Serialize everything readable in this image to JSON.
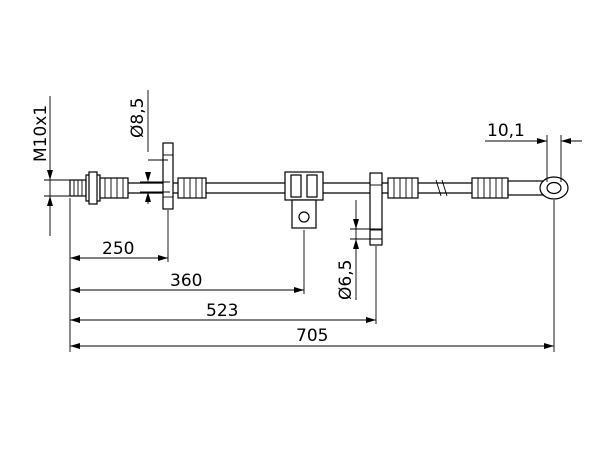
{
  "drawing": {
    "dimensions": {
      "thread": "M10x1",
      "bore_1": "Ø8,5",
      "bore_2": "Ø6,5",
      "eye_width": "10,1",
      "length_250": "250",
      "length_360": "360",
      "length_523": "523",
      "length_705": "705"
    }
  }
}
